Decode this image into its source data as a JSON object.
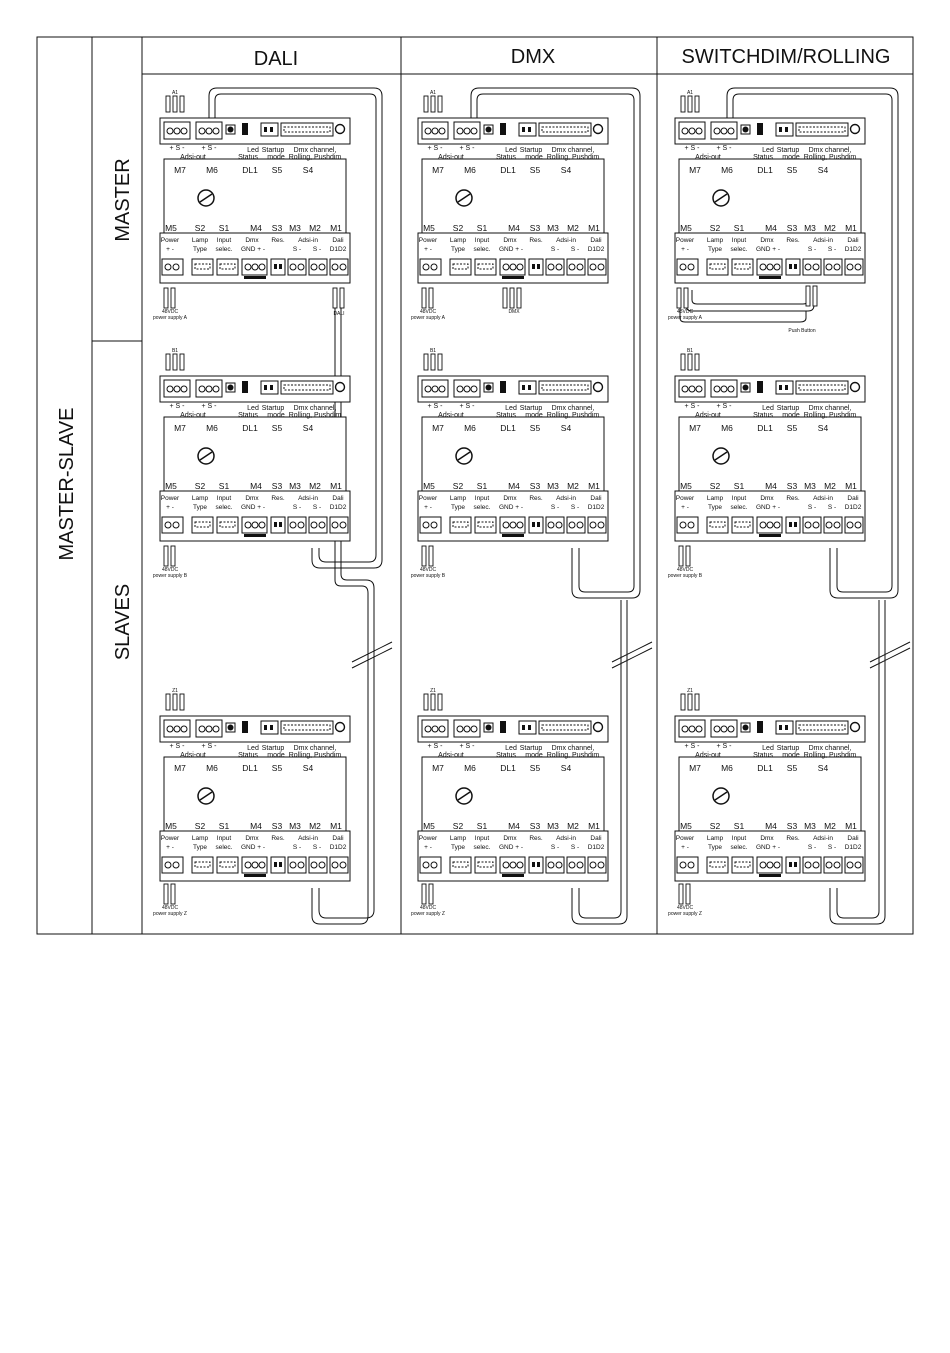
{
  "header": {
    "col_dali": "DALI",
    "col_dmx": "DMX",
    "col_switch": "SWITCHDIM/ROLLING"
  },
  "side": {
    "master_slave": "MASTER-SLAVE",
    "master": "MASTER",
    "slaves": "SLAVES"
  },
  "module": {
    "top_terms_1": "+ S -",
    "top_terms_2": "+ S -",
    "adsi_out": "Adsi-out",
    "led": "Led",
    "status": "Status",
    "startup": "Startup",
    "mode": "mode",
    "dmx_channel": "Dmx channel,",
    "rolling_pushdim": "Rolling, Pushdim",
    "mid_top": [
      "M7",
      "M6",
      "DL1",
      "S5",
      "S4"
    ],
    "mid_bottom": [
      "M5",
      "S2",
      "S1",
      "M4",
      "S3",
      "M3",
      "M2",
      "M1"
    ],
    "bottom_labels_1": [
      "Power",
      "Lamp",
      "Input",
      "Dmx",
      "Res.",
      "Adsi-in",
      "Dali"
    ],
    "bottom_labels_2": [
      "+ -",
      "Type",
      "selec.",
      "GND + -",
      "S -",
      "S -",
      "D1D2"
    ]
  },
  "rows": {
    "master_tag": "A1",
    "slave1_tag": "B1",
    "slave2_tag": "Z1",
    "supply_a": "power supply A",
    "supply_b": "power supply B",
    "supply_z": "power supply Z",
    "vdc": "48VDC"
  },
  "extras": {
    "dali": "DALI",
    "dmx": "DMX",
    "push_button": "Push Button"
  }
}
